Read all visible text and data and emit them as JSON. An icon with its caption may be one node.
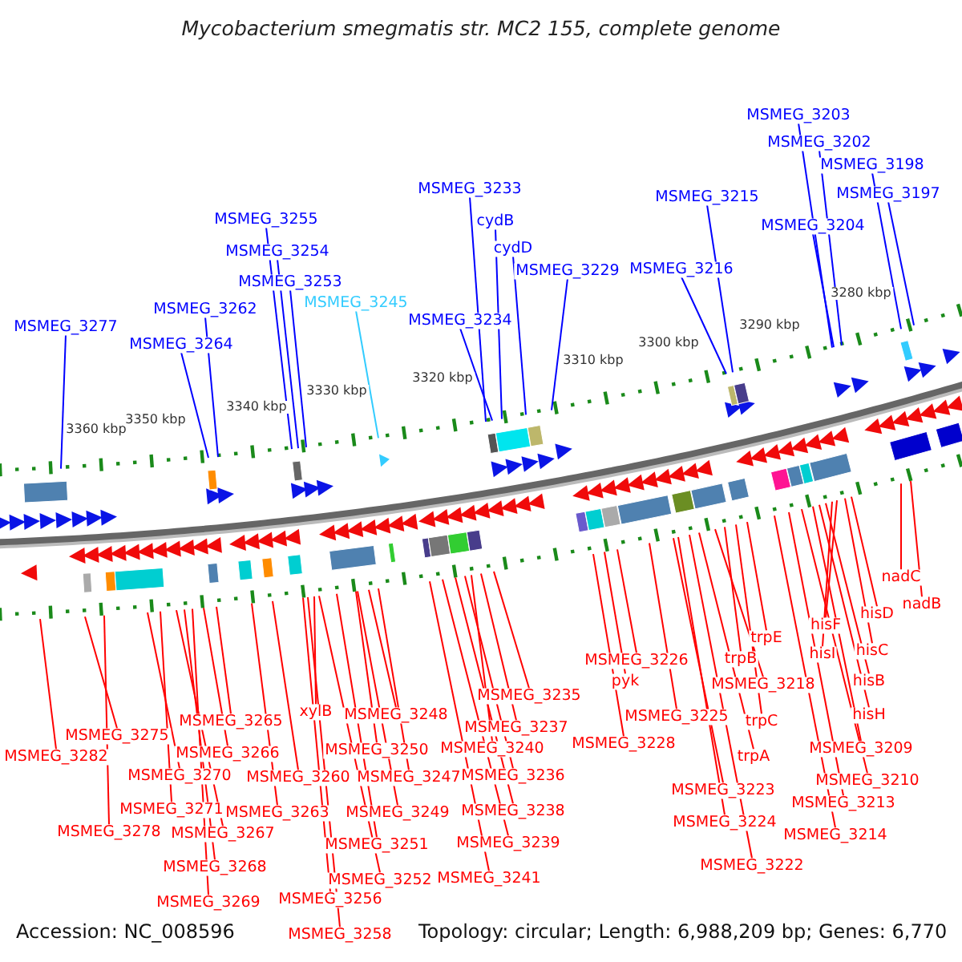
{
  "diagram": {
    "title": "Mycobacterium smegmatis str. MC2 155, complete genome",
    "nodes": [
      {
        "text": [
          "MSMEG_3277"
        ]
      },
      {
        "text": [
          "MSMEG_3264"
        ]
      },
      {
        "text": [
          "MSMEG_3262"
        ]
      },
      {
        "text": [
          "MSMEG_3255"
        ]
      },
      {
        "text": [
          "MSMEG_3254"
        ]
      },
      {
        "text": [
          "MSMEG_3253"
        ]
      },
      {
        "text": [
          "MSMEG_3245"
        ]
      },
      {
        "text": [
          "MSMEG_3233"
        ]
      },
      {
        "text": [
          "cydB"
        ]
      },
      {
        "text": [
          "cydD"
        ]
      },
      {
        "text": [
          "MSMEG_3234"
        ]
      },
      {
        "text": [
          "MSMEG_3229"
        ]
      },
      {
        "text": [
          "MSMEG_3216"
        ]
      },
      {
        "text": [
          "MSMEG_3215"
        ]
      },
      {
        "text": [
          "MSMEG_3204"
        ]
      },
      {
        "text": [
          "MSMEG_3203"
        ]
      },
      {
        "text": [
          "MSMEG_3202"
        ]
      },
      {
        "text": [
          "MSMEG_3198"
        ]
      },
      {
        "text": [
          "MSMEG_3197"
        ]
      },
      {
        "text": [
          "MSMEG_3282"
        ]
      },
      {
        "text": [
          "MSMEG_3275"
        ]
      },
      {
        "text": [
          "MSMEG_3278"
        ]
      },
      {
        "text": [
          "MSMEG_3270"
        ]
      },
      {
        "text": [
          "MSMEG_3271"
        ]
      },
      {
        "text": [
          "MSMEG_3267"
        ]
      },
      {
        "text": [
          "MSMEG_3268"
        ]
      },
      {
        "text": [
          "MSMEG_3269"
        ]
      },
      {
        "text": [
          "MSMEG_3266"
        ]
      },
      {
        "text": [
          "MSMEG_3265"
        ]
      },
      {
        "text": [
          "MSMEG_3263"
        ]
      },
      {
        "text": [
          "MSMEG_3260"
        ]
      },
      {
        "text": [
          "MSMEG_3256"
        ]
      },
      {
        "text": [
          "MSMEG_3258"
        ]
      },
      {
        "text": [
          "xylB"
        ]
      },
      {
        "text": [
          "MSMEG_3252"
        ]
      },
      {
        "text": [
          "MSMEG_3251"
        ]
      },
      {
        "text": [
          "MSMEG_3250"
        ]
      },
      {
        "text": [
          "MSMEG_3249"
        ]
      },
      {
        "text": [
          "MSMEG_3248"
        ]
      },
      {
        "text": [
          "MSMEG_3247"
        ]
      },
      {
        "text": [
          "MSMEG_3241"
        ]
      },
      {
        "text": [
          "MSMEG_3239"
        ]
      },
      {
        "text": [
          "MSMEG_3238"
        ]
      },
      {
        "text": [
          "MSMEG_3236"
        ]
      },
      {
        "text": [
          "MSMEG_3240"
        ]
      },
      {
        "text": [
          "MSMEG_3237"
        ]
      },
      {
        "text": [
          "MSMEG_3235"
        ]
      },
      {
        "text": [
          "MSMEG_3228"
        ]
      },
      {
        "text": [
          "pyk"
        ]
      },
      {
        "text": [
          "MSMEG_3226"
        ]
      },
      {
        "text": [
          "MSMEG_3225"
        ]
      },
      {
        "text": [
          "MSMEG_3223"
        ]
      },
      {
        "text": [
          "MSMEG_3224"
        ]
      },
      {
        "text": [
          "MSMEG_3222"
        ]
      },
      {
        "text": [
          "trpA"
        ]
      },
      {
        "text": [
          "MSMEG_3218"
        ]
      },
      {
        "text": [
          "trpB"
        ]
      },
      {
        "text": [
          "trpC"
        ]
      },
      {
        "text": [
          "trpE"
        ]
      },
      {
        "text": [
          "MSMEG_3214"
        ]
      },
      {
        "text": [
          "MSMEG_3213"
        ]
      },
      {
        "text": [
          "MSMEG_3210"
        ]
      },
      {
        "text": [
          "MSMEG_3209"
        ]
      },
      {
        "text": [
          "hisH"
        ]
      },
      {
        "text": [
          "hisB"
        ]
      },
      {
        "text": [
          "hisI"
        ]
      },
      {
        "text": [
          "hisF"
        ]
      },
      {
        "text": [
          "hisC"
        ]
      },
      {
        "text": [
          "hisD"
        ]
      },
      {
        "text": [
          "nadC"
        ]
      },
      {
        "text": [
          "nadB"
        ]
      }
    ],
    "edges": [
      {
        "from": 0,
        "to": null,
        "arrow": "none",
        "color": "#0000ff"
      },
      {
        "from": 1,
        "to": null,
        "arrow": "none",
        "color": "#0000ff"
      },
      {
        "from": 2,
        "to": null,
        "arrow": "none",
        "color": "#0000ff"
      },
      {
        "from": 3,
        "to": null,
        "arrow": "none",
        "color": "#0000ff"
      },
      {
        "from": 4,
        "to": null,
        "arrow": "none",
        "color": "#0000ff"
      },
      {
        "from": 5,
        "to": null,
        "arrow": "none",
        "color": "#0000ff"
      },
      {
        "from": 6,
        "to": null,
        "arrow": "none",
        "color": "#33ccff"
      },
      {
        "from": 7,
        "to": null,
        "arrow": "none",
        "color": "#0000ff"
      },
      {
        "from": 8,
        "to": null,
        "arrow": "none",
        "color": "#0000ff"
      },
      {
        "from": 9,
        "to": null,
        "arrow": "none",
        "color": "#0000ff"
      },
      {
        "from": 10,
        "to": null,
        "arrow": "none",
        "color": "#0000ff"
      },
      {
        "from": 11,
        "to": null,
        "arrow": "none",
        "color": "#0000ff"
      },
      {
        "from": 12,
        "to": null,
        "arrow": "none",
        "color": "#0000ff"
      },
      {
        "from": 13,
        "to": null,
        "arrow": "none",
        "color": "#0000ff"
      },
      {
        "from": 14,
        "to": null,
        "arrow": "none",
        "color": "#0000ff"
      },
      {
        "from": 15,
        "to": null,
        "arrow": "none",
        "color": "#0000ff"
      },
      {
        "from": 16,
        "to": null,
        "arrow": "none",
        "color": "#0000ff"
      },
      {
        "from": 17,
        "to": null,
        "arrow": "none",
        "color": "#0000ff"
      },
      {
        "from": 18,
        "to": null,
        "arrow": "none",
        "color": "#0000ff"
      },
      {
        "from": 19,
        "to": null,
        "arrow": "none"
      },
      {
        "from": 20,
        "to": null,
        "arrow": "none"
      },
      {
        "from": 21,
        "to": null,
        "arrow": "none"
      },
      {
        "from": 22,
        "to": null,
        "arrow": "none"
      },
      {
        "from": 23,
        "to": null,
        "arrow": "none"
      },
      {
        "from": 24,
        "to": null,
        "arrow": "none"
      },
      {
        "from": 25,
        "to": null,
        "arrow": "none"
      },
      {
        "from": 26,
        "to": null,
        "arrow": "none"
      },
      {
        "from": 27,
        "to": null,
        "arrow": "none"
      },
      {
        "from": 28,
        "to": null,
        "arrow": "none"
      },
      {
        "from": 29,
        "to": null,
        "arrow": "none"
      },
      {
        "from": 30,
        "to": null,
        "arrow": "none"
      },
      {
        "from": 31,
        "to": null,
        "arrow": "none"
      },
      {
        "from": 32,
        "to": null,
        "arrow": "none"
      },
      {
        "from": 33,
        "to": null,
        "arrow": "none"
      },
      {
        "from": 34,
        "to": null,
        "arrow": "none"
      },
      {
        "from": 35,
        "to": null,
        "arrow": "none"
      },
      {
        "from": 36,
        "to": null,
        "arrow": "none"
      },
      {
        "from": 37,
        "to": null,
        "arrow": "none"
      },
      {
        "from": 38,
        "to": null,
        "arrow": "none"
      },
      {
        "from": 39,
        "to": null,
        "arrow": "none"
      },
      {
        "from": 40,
        "to": null,
        "arrow": "none"
      },
      {
        "from": 41,
        "to": null,
        "arrow": "none"
      },
      {
        "from": 42,
        "to": null,
        "arrow": "none"
      },
      {
        "from": 43,
        "to": null,
        "arrow": "none"
      },
      {
        "from": 44,
        "to": null,
        "arrow": "none"
      },
      {
        "from": 45,
        "to": null,
        "arrow": "none"
      },
      {
        "from": 46,
        "to": null,
        "arrow": "none"
      },
      {
        "from": 47,
        "to": null,
        "arrow": "none"
      },
      {
        "from": 48,
        "to": null,
        "arrow": "none"
      },
      {
        "from": 49,
        "to": null,
        "arrow": "none"
      },
      {
        "from": 50,
        "to": null,
        "arrow": "none"
      },
      {
        "from": 51,
        "to": null,
        "arrow": "none"
      },
      {
        "from": 52,
        "to": null,
        "arrow": "none"
      },
      {
        "from": 53,
        "to": null,
        "arrow": "none"
      },
      {
        "from": 54,
        "to": null,
        "arrow": "none"
      },
      {
        "from": 55,
        "to": null,
        "arrow": "none"
      },
      {
        "from": 56,
        "to": null,
        "arrow": "none"
      },
      {
        "from": 57,
        "to": null,
        "arrow": "none"
      },
      {
        "from": 58,
        "to": null,
        "arrow": "none"
      },
      {
        "from": 59,
        "to": null,
        "arrow": "none"
      },
      {
        "from": 60,
        "to": null,
        "arrow": "none"
      },
      {
        "from": 61,
        "to": null,
        "arrow": "none"
      },
      {
        "from": 62,
        "to": null,
        "arrow": "none"
      },
      {
        "from": 63,
        "to": null,
        "arrow": "none"
      },
      {
        "from": 64,
        "to": null,
        "arrow": "none"
      },
      {
        "from": 65,
        "to": null,
        "arrow": "none"
      },
      {
        "from": 66,
        "to": null,
        "arrow": "none"
      },
      {
        "from": 67,
        "to": null,
        "arrow": "none"
      },
      {
        "from": 68,
        "to": null,
        "arrow": "none"
      },
      {
        "from": 69,
        "to": null,
        "arrow": "none"
      },
      {
        "from": 70,
        "to": null,
        "arrow": "none"
      }
    ],
    "labels": [
      "3360 kbp",
      "3350 kbp",
      "3340 kbp",
      "3330 kbp",
      "3320 kbp",
      "3310 kbp",
      "3300 kbp",
      "3290 kbp",
      "3280 kbp",
      "Accession: NC_008596",
      "Topology: circular; Length: 6,988,209 bp; Genes: 6,770"
    ]
  }
}
